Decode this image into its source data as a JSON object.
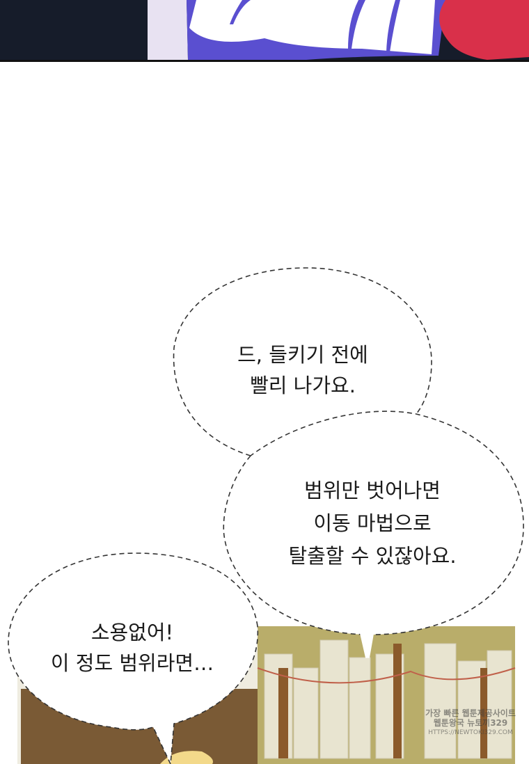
{
  "bubbles": [
    {
      "lines": [
        "드, 들키기 전에",
        "빨리 나가요."
      ]
    },
    {
      "lines": [
        "범위만 벗어나면",
        "이동 마법으로",
        "탈출할 수 있잖아요."
      ]
    },
    {
      "lines": [
        "소용없어!",
        "이 정도 범위라면…"
      ]
    }
  ],
  "watermark": {
    "line1": "가장 빠른 웹툰제공사이트",
    "line2": "웹툰왕국 뉴토끼329",
    "line3": "HTTPS://NEWTOKI329.COM"
  },
  "colors": {
    "dark_bg": "#161c2a",
    "purple": "#5a4fd0",
    "red": "#d9304a",
    "shelf": "#b9ad6a"
  }
}
